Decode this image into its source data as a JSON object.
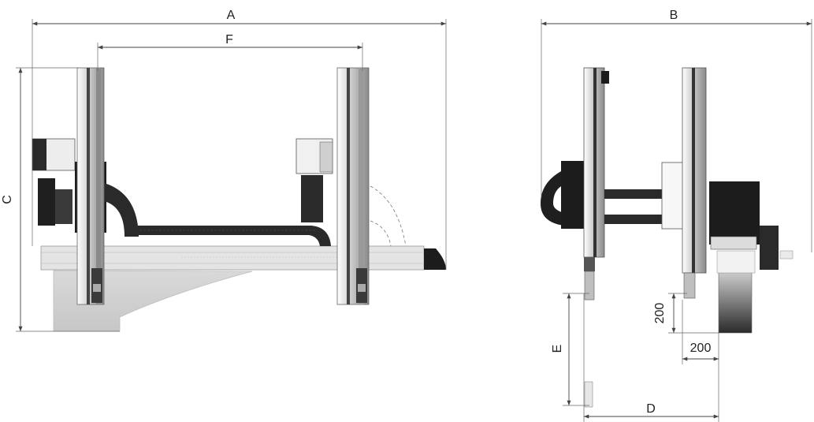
{
  "dimensions": {
    "A": "A",
    "B": "B",
    "C": "C",
    "D": "D",
    "E": "E",
    "F": "F",
    "vertical_200": "200",
    "horizontal_200": "200"
  }
}
